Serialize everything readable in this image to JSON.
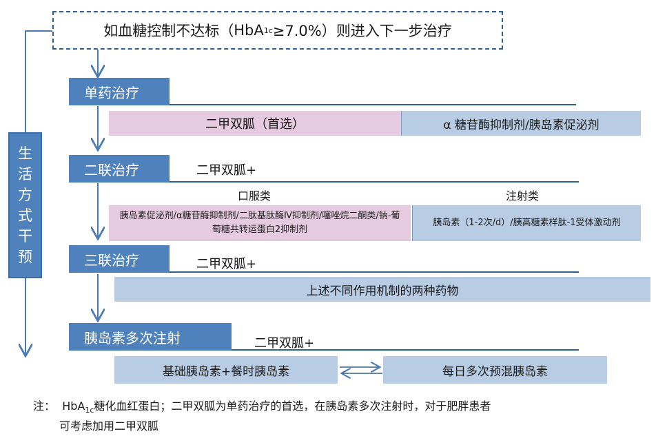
{
  "top": {
    "before": "如血糖控制不达标（",
    "hba": "HbA",
    "sub": "1c",
    "after": "≥7.0%）则进入下一步治疗"
  },
  "lifestyle_chars": [
    "生",
    "活",
    "方",
    "式",
    "干",
    "预"
  ],
  "stage1": {
    "title": "单药治疗",
    "left": "二甲双胍（首选）",
    "right": "α 糖苷酶抑制剂/胰岛素促泌剂"
  },
  "stage2": {
    "title": "二联治疗",
    "plus": "二甲双胍+",
    "oral_label": "口服类",
    "inject_label": "注射类",
    "oral_text": "胰岛素促泌剂/α糖苷酶抑制剂/二肽基肽酶Ⅳ抑制剂/噻唑烷二酮类/钠-葡萄糖共转运蛋白2抑制剂",
    "inject_text": "胰岛素（1-2次/d）/胰高糖素样肽-1受体激动剂"
  },
  "stage3": {
    "title": "三联治疗",
    "plus": "二甲双胍+",
    "text": "上述不同作用机制的两种药物"
  },
  "stage4": {
    "title": "胰岛素多次注射",
    "plus": "二甲双胍+",
    "left": "基础胰岛素+餐时胰岛素",
    "right": "每日多次预混胰岛素"
  },
  "footnote": {
    "prefix": "注：",
    "hba": "HbA",
    "sub": "1c",
    "line1_rest": "糖化血红蛋白；二甲双胍为单药治疗的首选，在胰岛素多次注射时，对于肥胖患者",
    "line2": "可考虑加用二甲双胍"
  },
  "colors": {
    "stage_blue": "#4f81bd",
    "pink": "#e6cbe0",
    "light_blue": "#b8cce4",
    "line": "#2e5f93"
  }
}
